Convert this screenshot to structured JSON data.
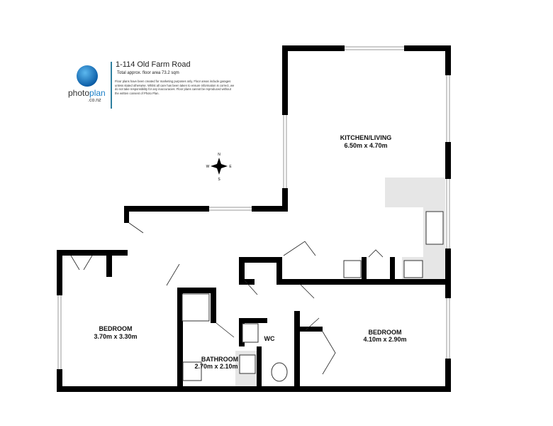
{
  "header": {
    "title": "1-114 Old Farm Road",
    "area": "Total approx. floor area 73.2 sqm",
    "disclaimer": "Floor plans have been created for marketing purposes only. Floor areas include garages unless stated otherwise. Whilst all care has been taken to ensure information is correct, we do not take responsibility for any inaccuracies. Floor plans cannot be reproduced without the written consent of Photo Plan."
  },
  "logo": {
    "name_a": "photo",
    "name_b": "plan",
    "domain": ".co.nz"
  },
  "compass": {
    "n": "N",
    "s": "S",
    "e": "E",
    "w": "W"
  },
  "rooms": {
    "kitchen": {
      "name": "KITCHEN/LIVING",
      "size": "6.50m  x 4.70m"
    },
    "bedroom1": {
      "name": "BEDROOM",
      "size": "3.70m  x 3.30m"
    },
    "bedroom2": {
      "name": "BEDROOM",
      "size": "4.10m  x 2.90m"
    },
    "bathroom": {
      "name": "BATHROOM",
      "size": "2.70m  x 2.10m"
    },
    "wc": {
      "name": "WC"
    }
  },
  "colors": {
    "wall": "#000000",
    "fixture_shade": "#e6e6e6",
    "logo_blue": "#1b7fc7"
  }
}
